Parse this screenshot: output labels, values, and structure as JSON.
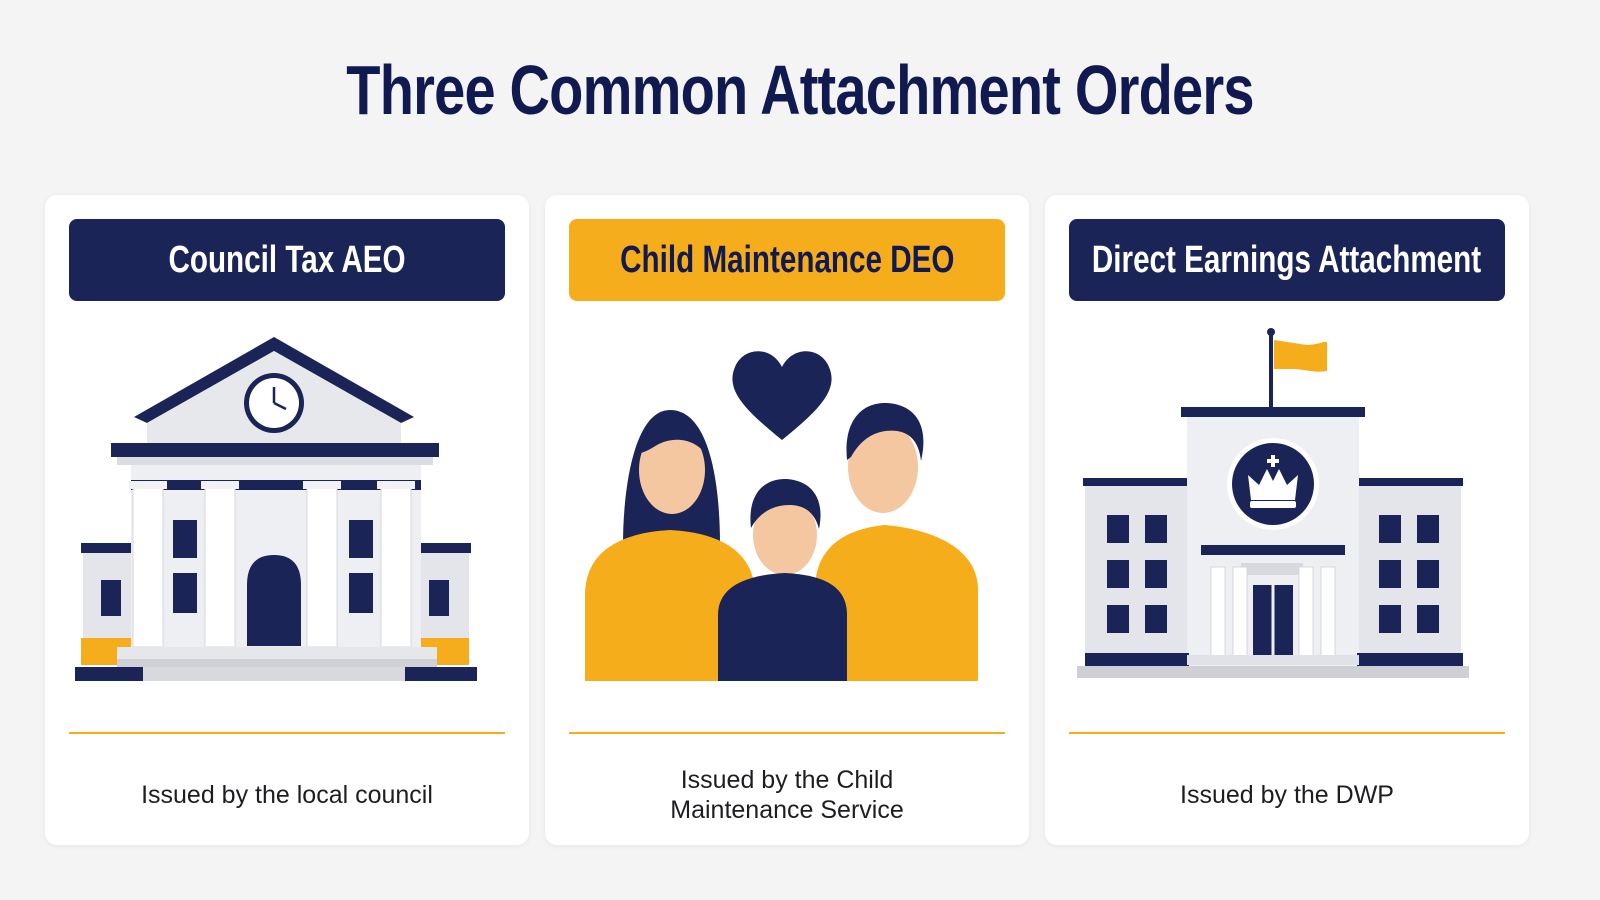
{
  "title": "Three Common Attachment Orders",
  "colors": {
    "navy": "#1a2456",
    "gold": "#f6ad1b",
    "background": "#f4f4f5"
  },
  "cards": [
    {
      "header": "Council Tax AEO",
      "caption": "Issued by the local council",
      "icon": "council-building-icon"
    },
    {
      "header": "Child Maintenance DEO",
      "caption": "Issued by the Child Maintenance Service",
      "icon": "family-icon"
    },
    {
      "header": "Direct Earnings Attachment",
      "caption": "Issued by the DWP",
      "icon": "government-building-icon"
    }
  ]
}
